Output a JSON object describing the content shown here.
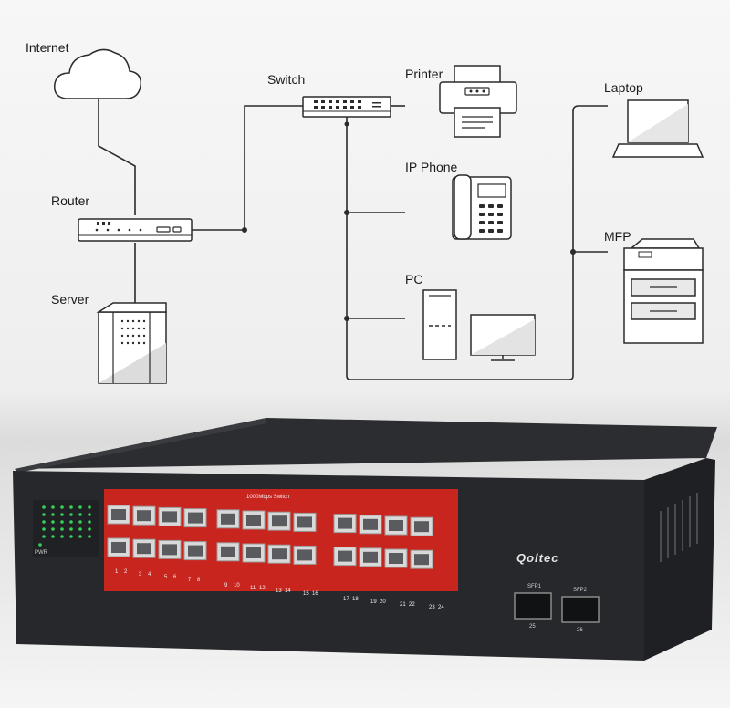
{
  "nodes": {
    "internet": "Internet",
    "router": "Router",
    "server": "Server",
    "switch": "Switch",
    "printer": "Printer",
    "ip_phone": "IP Phone",
    "pc": "PC",
    "laptop": "Laptop",
    "mfp": "MFP"
  },
  "device": {
    "brand": "Qoltec",
    "panel_title": "1000Mbps Switch",
    "pwr_label": "PWR",
    "port_groups": [
      [
        "1",
        "2",
        "3",
        "4",
        "5",
        "6",
        "7",
        "8"
      ],
      [
        "9",
        "10",
        "11",
        "12",
        "13",
        "14",
        "15",
        "16"
      ],
      [
        "17",
        "18",
        "19",
        "20",
        "21",
        "22",
        "23",
        "24"
      ]
    ],
    "sfp_top": [
      "SFP1",
      "SFP2"
    ],
    "sfp_bottom": [
      "25",
      "26"
    ]
  },
  "colors": {
    "chassis": "#26282b",
    "port_panel": "#c8251f",
    "led": "#35d15a",
    "line": "#2b2b2b"
  }
}
